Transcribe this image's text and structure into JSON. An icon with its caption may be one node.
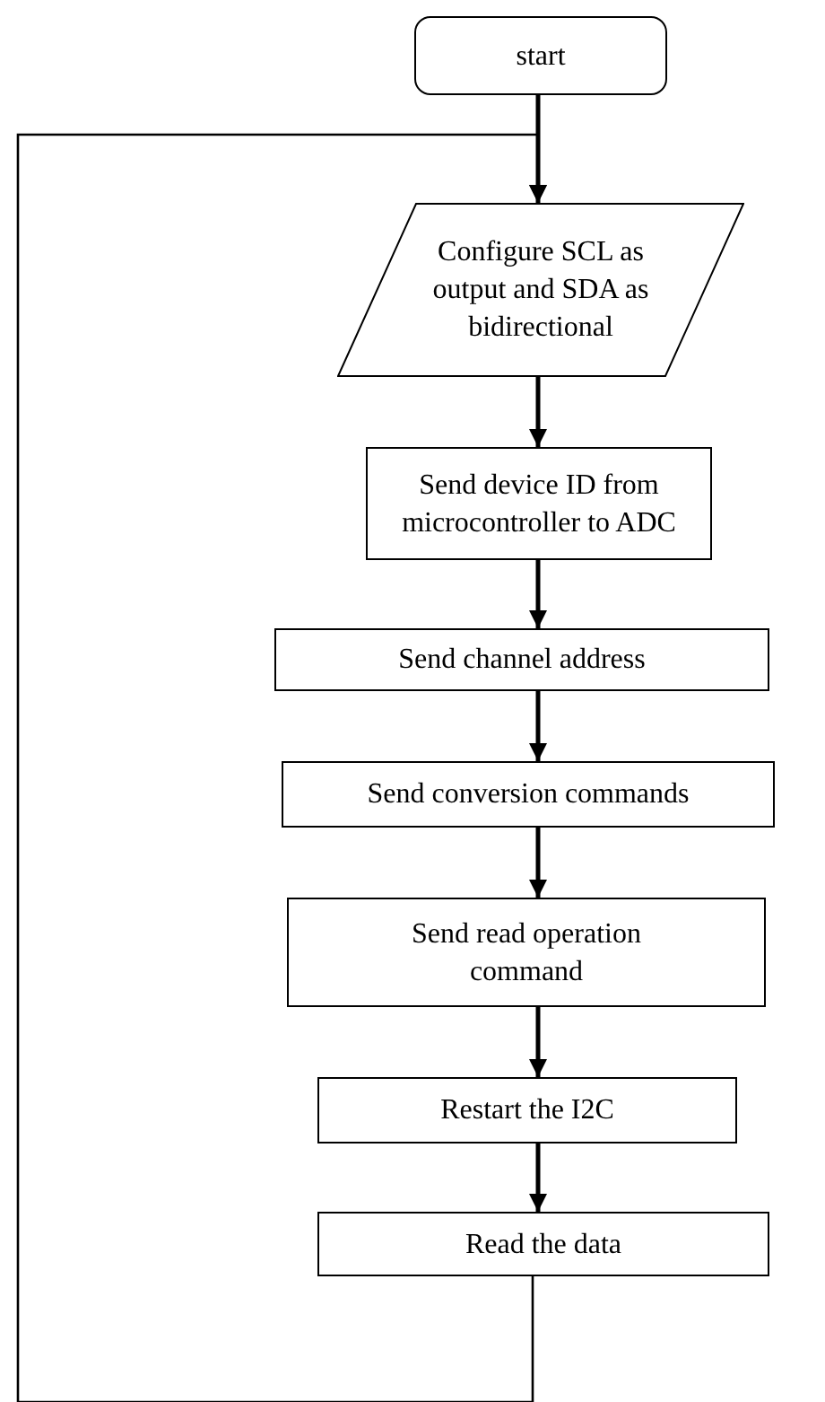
{
  "diagram": {
    "nodes": [
      {
        "text": [
          "start"
        ]
      },
      {
        "text": [
          "Configure SCL as output and SDA as bidirectional"
        ]
      },
      {
        "text": [
          "Send device ID from microcontroller to ADC"
        ]
      },
      {
        "text": [
          "Send channel address"
        ]
      },
      {
        "text": [
          "Send conversion commands"
        ]
      },
      {
        "text": [
          "Send read operation command"
        ]
      },
      {
        "text": [
          "Restart the I2C"
        ]
      },
      {
        "text": [
          "Read the data"
        ]
      }
    ],
    "edges": [
      {
        "from": 0,
        "to": 1,
        "arrow": "to"
      },
      {
        "from": 1,
        "to": 2,
        "arrow": "to"
      },
      {
        "from": 2,
        "to": 3,
        "arrow": "to"
      },
      {
        "from": 3,
        "to": 4,
        "arrow": "to"
      },
      {
        "from": 4,
        "to": 5,
        "arrow": "to"
      },
      {
        "from": 5,
        "to": 6,
        "arrow": "to"
      },
      {
        "from": 6,
        "to": 7,
        "arrow": "to"
      },
      {
        "from": 7,
        "to": 1,
        "arrow": "to"
      }
    ]
  }
}
